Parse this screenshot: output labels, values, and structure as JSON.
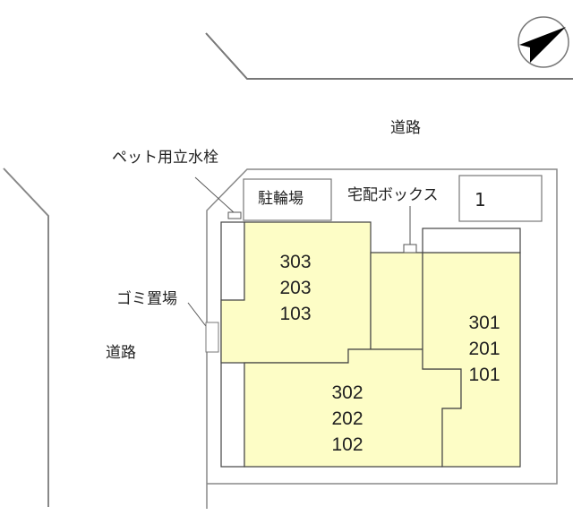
{
  "colors": {
    "unit_fill": "#fdfdc6",
    "line": "#555555",
    "site_line": "#8a8a8a",
    "text": "#222222"
  },
  "compass": {
    "icon": "north-arrow-icon",
    "direction": "northeast"
  },
  "labels": {
    "road_top": "道路",
    "road_left": "道路",
    "pet_faucet": "ペット用立水栓",
    "bicycle_parking": "駐輪場",
    "delivery_box": "宅配ボックス",
    "garbage_area": "ゴミ置場",
    "parking_number": "1"
  },
  "units": [
    {
      "id": "block-303",
      "rooms": [
        "303",
        "203",
        "103"
      ]
    },
    {
      "id": "block-302",
      "rooms": [
        "302",
        "202",
        "102"
      ]
    },
    {
      "id": "block-301",
      "rooms": [
        "301",
        "201",
        "101"
      ]
    }
  ]
}
